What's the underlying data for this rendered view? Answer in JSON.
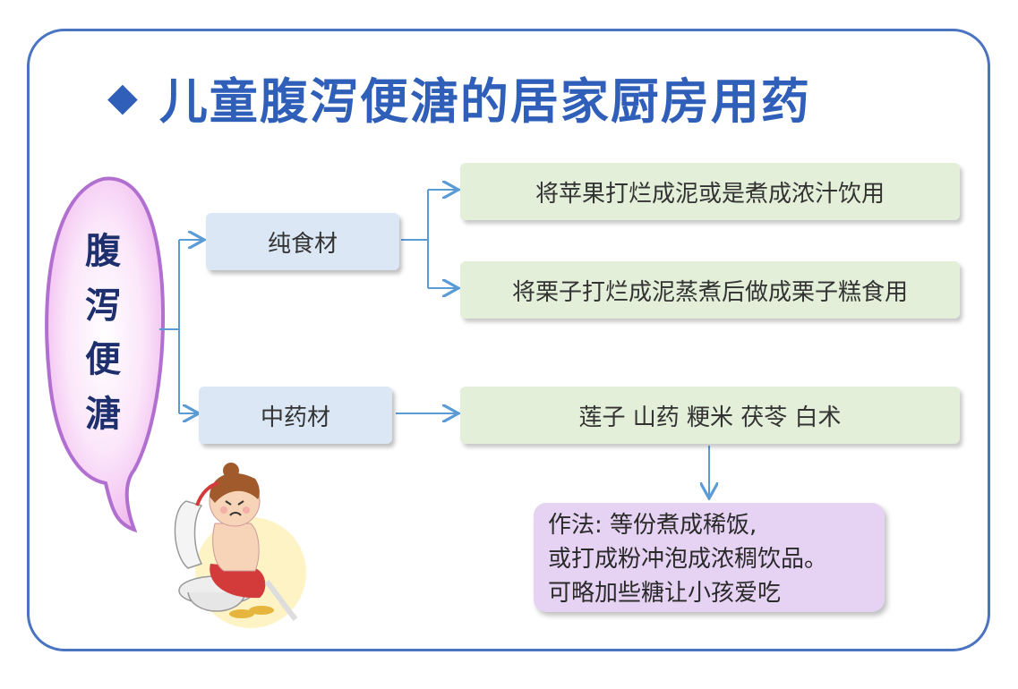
{
  "title": {
    "marker": "◆",
    "text": "儿童腹泻便溏的居家厨房用药"
  },
  "bubble": {
    "chars": [
      "腹",
      "泻",
      "便",
      "溏"
    ]
  },
  "branches": {
    "pure_food": {
      "label": "纯食材"
    },
    "herbal": {
      "label": "中药材"
    }
  },
  "leaves": {
    "apple": "将苹果打烂成泥或是煮成浓汁饮用",
    "chestnut": "将栗子打烂成泥蒸煮后做成栗子糕食用",
    "herbs": "莲子 山药 粳米 茯苓 白术"
  },
  "method": {
    "lines": [
      "作法: 等份煮成稀饭,",
      "或打成粉冲泡成浓稠饮品。",
      "可略加些糖让小孩爱吃"
    ]
  },
  "colors": {
    "frame_border": "#4a74c0",
    "title": "#2f5fb8",
    "branch_box": "#dce7f5",
    "leaf_box": "#e3efd9",
    "method_box": "#e6d2f3",
    "connector": "#5b9bd5",
    "bubble_fill": "#f5c9f2",
    "bubble_stroke": "#b16fd0"
  },
  "illustration": {
    "icon": "child-on-toilet-illustration"
  }
}
